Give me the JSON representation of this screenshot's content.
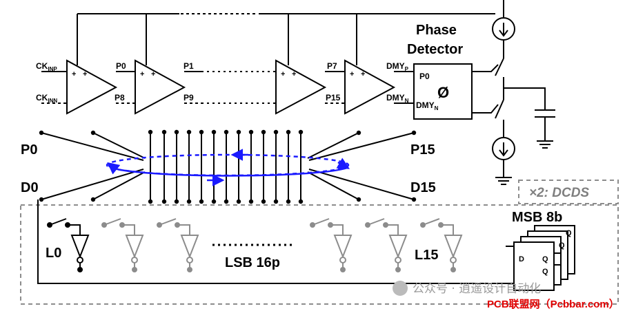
{
  "ring_osc": {
    "inputs": {
      "ck_inp_main": "CK",
      "ck_inp_sub": "INP",
      "ck_inn_main": "CK",
      "ck_inn_sub": "INN"
    },
    "stages": [
      {
        "top_out": "P0",
        "bot_out": "P8"
      },
      {
        "top_out": "P1",
        "bot_out": "P9"
      },
      {
        "top_out": "P7",
        "bot_out": "P15"
      },
      {
        "top_out": "DMY",
        "top_sub": "P",
        "bot_out": "DMY",
        "bot_sub": "N"
      }
    ],
    "plus_sign": "+"
  },
  "phase_detector": {
    "title_line1": "Phase",
    "title_line2": "Detector",
    "in_top": "P0",
    "in_bot_main": "DMY",
    "in_bot_sub": "N",
    "symbol": "Ø"
  },
  "bus": {
    "left_top": "P0",
    "left_bot": "D0",
    "right_top": "P15",
    "right_bot": "D15",
    "wire_color": "#1a1aff"
  },
  "dcds": {
    "tag": "×2: DCDS",
    "lsb_label": "LSB 16p",
    "latch_first": "L0",
    "latch_last": "L15",
    "msb_label": "MSB 8b",
    "ff_d": "D",
    "ff_q": "Q"
  },
  "watermark": {
    "account": "公众号 · 逍遥设计自动化",
    "site": "PCB联盟网（Pcbbar.com）"
  },
  "colors": {
    "ink": "#000000",
    "inactive": "#8c8c8c",
    "boundary": "#8c8c8c",
    "accent": "#1a1aff",
    "site_red": "#e00000"
  }
}
